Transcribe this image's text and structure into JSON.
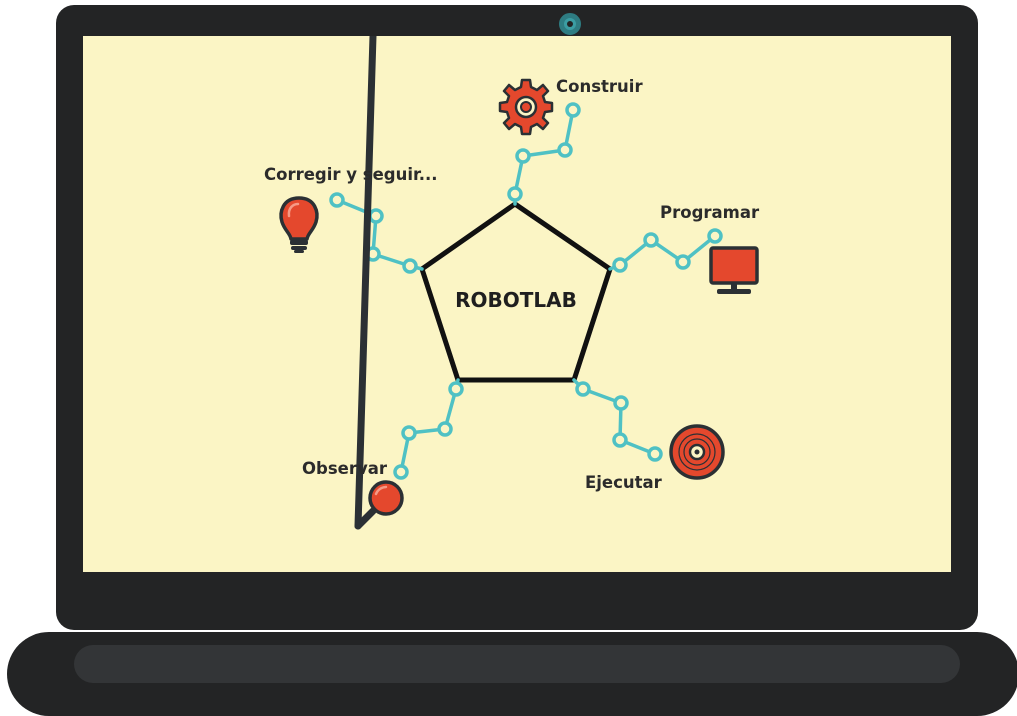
{
  "diagram": {
    "center_label": "ROBOTLAB",
    "steps": {
      "construir": "Construir",
      "programar": "Programar",
      "ejecutar": "Ejecutar",
      "observar": "Observar",
      "corregir": "Corregir y seguir..."
    },
    "icons": {
      "construir": "gear-icon",
      "programar": "monitor-icon",
      "ejecutar": "disc-icon",
      "observar": "magnifier-icon",
      "corregir": "lightbulb-icon"
    }
  },
  "colors": {
    "screen_background": "#fbf5c5",
    "connector": "#4fc1c4",
    "icon_red": "#e4482d",
    "icon_dark": "#2b3034",
    "laptop_body": "#232425"
  }
}
